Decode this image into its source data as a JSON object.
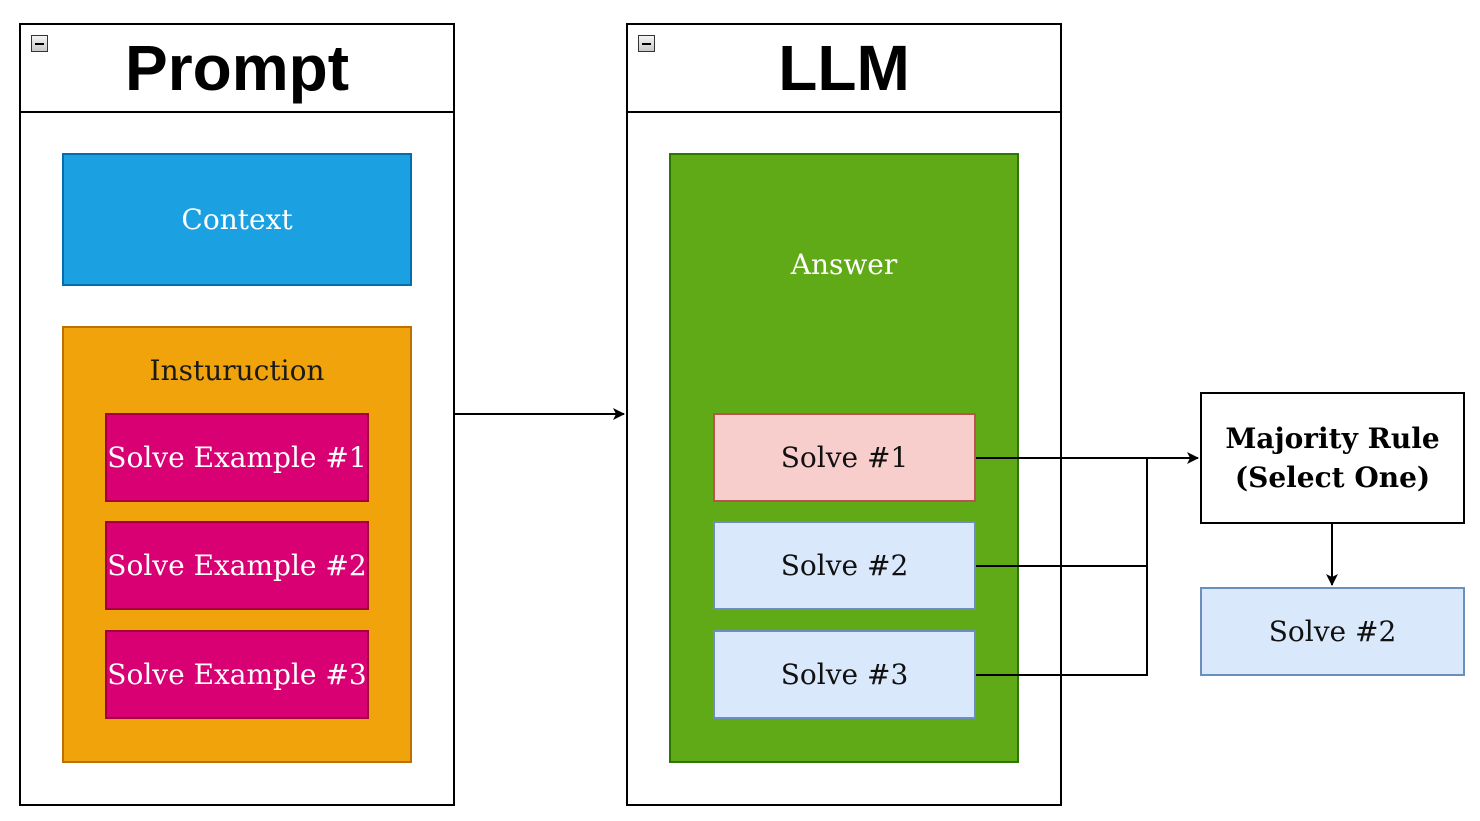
{
  "prompt_panel": {
    "title": "Prompt",
    "context_label": "Context",
    "instruction_label": "Insturuction",
    "examples": [
      "Solve Example #1",
      "Solve Example #2",
      "Solve Example #3"
    ]
  },
  "llm_panel": {
    "title": "LLM",
    "answer_label": "Answer",
    "solves": [
      "Solve #1",
      "Solve #2",
      "Solve #3"
    ]
  },
  "majority": {
    "line1": "Majority Rule",
    "line2": "(Select One)"
  },
  "result": {
    "label": "Solve #2"
  },
  "icons": {
    "collapse": "collapse-minus-icon",
    "arrow": "arrow-right-icon"
  },
  "colors": {
    "context": "#1ba1e2",
    "instruction": "#f0a30a",
    "example": "#d80073",
    "answer": "#60a917",
    "solve_highlight": "#f8cecc",
    "solve_normal": "#dae8fc"
  }
}
